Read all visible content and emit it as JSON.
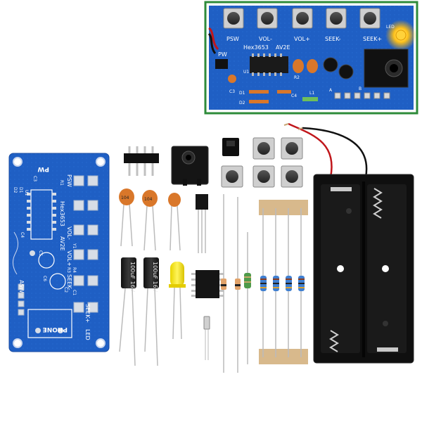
{
  "inset": {
    "labels": {
      "psw": "PSW",
      "vol_minus": "VOL-",
      "vol_plus": "VOL+",
      "seek_minus": "SEEK-",
      "seek_plus": "SEEK+",
      "led": "LED",
      "chip": "Hex3653",
      "version": "AV2E",
      "pw": "PW",
      "u1": "U1",
      "r2": "R2",
      "c3": "C3",
      "c4": "C4",
      "d1": "D1",
      "d2": "D2",
      "l1": "L1",
      "a": "A",
      "b": "B"
    },
    "border_color": "#2e8b3a"
  },
  "board": {
    "labels": {
      "pw": "PW",
      "psw": "PSW",
      "vol_minus": "VOL-",
      "vol_plus": "VOL+",
      "seek_minus": "SEEK-",
      "seek_plus": "SEEK+",
      "led": "LED",
      "phone": "PHONE",
      "asw": "ASW",
      "chip": "Hex3653",
      "version": "AV2E",
      "r1": "R1",
      "u1": "U1",
      "d1": "D1",
      "d2": "D2",
      "c1": "C1",
      "c2": "C2",
      "c3": "C3",
      "c4": "C4",
      "c5": "C5",
      "c6": "C6",
      "r3": "R3",
      "r4": "R4",
      "y1": "Y1"
    },
    "color": "#1f5fc4"
  },
  "parts": {
    "ceramic_caps": [
      "104",
      "104"
    ],
    "electrolytic_caps": [
      "100uF 16V",
      "100uF 16V"
    ]
  }
}
